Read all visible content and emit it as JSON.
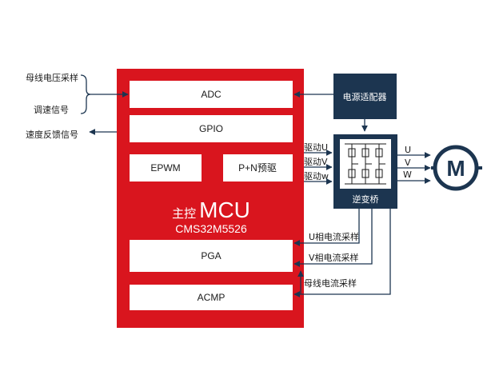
{
  "left_labels": {
    "bus_voltage": "母线电压采样",
    "speed_signal": "调速信号",
    "speed_feedback": "速度反馈信号"
  },
  "mcu": {
    "title_prefix": "主控",
    "title_main": "MCU",
    "model": "CMS32M5526",
    "blocks": {
      "adc": "ADC",
      "gpio": "GPIO",
      "epwm": "EPWM",
      "pn_predrive": "P+N预驱",
      "pga": "PGA",
      "acmp": "ACMP"
    }
  },
  "power_adapter": "电源适配器",
  "inverter": {
    "label": "逆变桥",
    "drive_signals": [
      "驱动U",
      "驱动V",
      "驱动w"
    ]
  },
  "motor": {
    "symbol": "M",
    "phases": [
      "U",
      "V",
      "W"
    ]
  },
  "current_sampling": {
    "u_phase": "U相电流采样",
    "v_phase": "V相电流采样",
    "bus": "母线电流采样"
  },
  "colors": {
    "mcu_red": "#D9151E",
    "adapter_navy": "#1C3550",
    "line": "#1C3550"
  }
}
